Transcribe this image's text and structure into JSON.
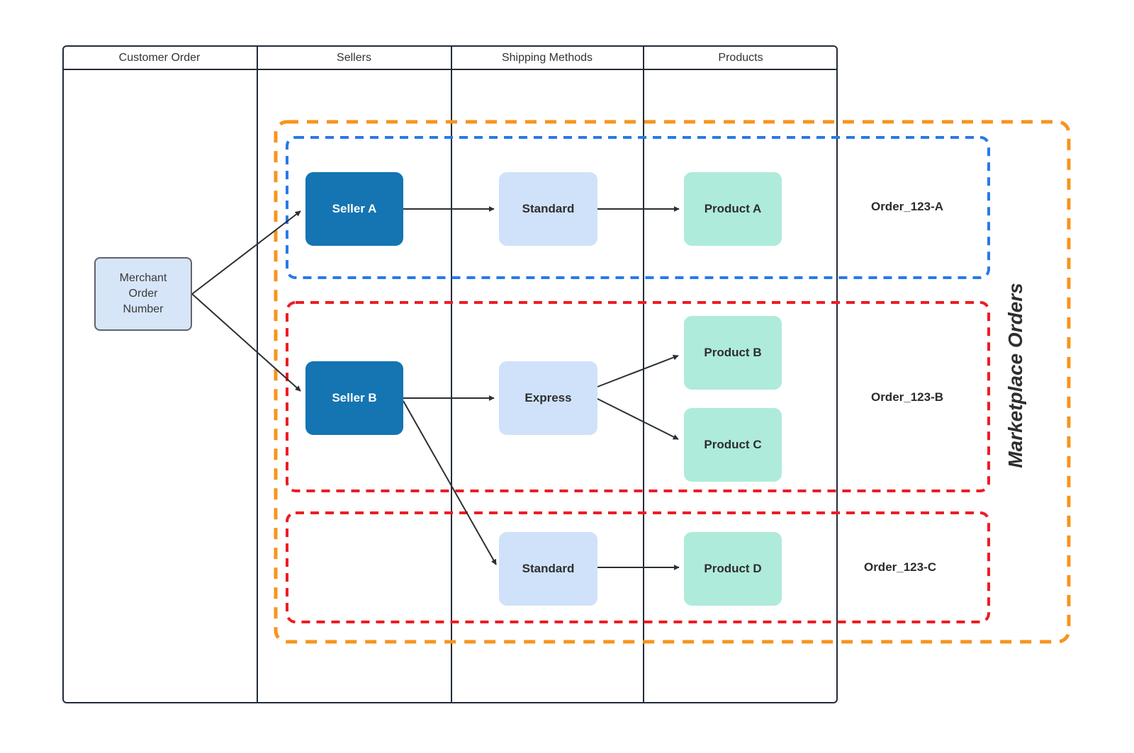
{
  "diagram_title": "Marketplace Orders",
  "lanes": {
    "headers": [
      "Customer Order",
      "Sellers",
      "Shipping Methods",
      "Products"
    ]
  },
  "nodes": {
    "merchant": "Merchant Order Number",
    "seller_a": "Seller A",
    "seller_b": "Seller B",
    "shipping_standard_1": "Standard",
    "shipping_express": "Express",
    "shipping_standard_2": "Standard",
    "product_a": "Product A",
    "product_b": "Product B",
    "product_c": "Product C",
    "product_d": "Product D"
  },
  "orders": {
    "a": "Order_123-A",
    "b": "Order_123-B",
    "c": "Order_123-C"
  },
  "colors": {
    "seller_fill": "#1475b2",
    "shipping_fill": "#cfe2f9",
    "product_fill": "#aeebdb",
    "merchant_fill": "#d7e5f8",
    "group_blue": "#2979e8",
    "group_red": "#ed1c24",
    "group_orange": "#f7941e",
    "arrow": "#2b2f33",
    "lane_border": "#232b38"
  }
}
